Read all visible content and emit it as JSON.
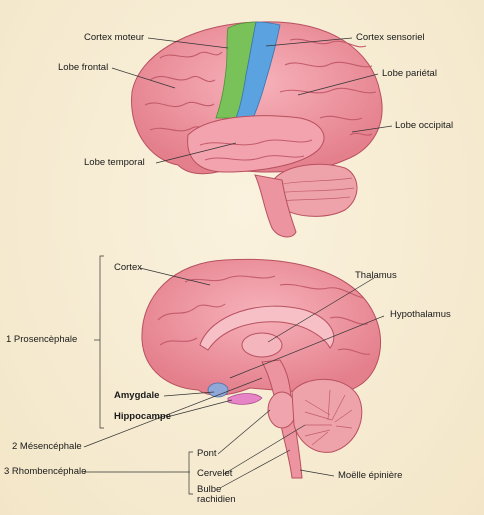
{
  "lateral_view": {
    "labels": {
      "motor_cortex": "Cortex moteur",
      "sensory_cortex": "Cortex sensoriel",
      "frontal_lobe": "Lobe frontal",
      "parietal_lobe": "Lobe pariétal",
      "occipital_lobe": "Lobe occipital",
      "temporal_lobe": "Lobe temporal"
    },
    "colors": {
      "motor_cortex": "#79c25a",
      "sensory_cortex": "#5aa2e0",
      "brain": "#f29ba6"
    }
  },
  "sagittal_view": {
    "labels": {
      "cortex": "Cortex",
      "thalamus": "Thalamus",
      "hypothalamus": "Hypothalamus",
      "amygdala": "Amygdale",
      "hippocampus": "Hippocampe",
      "pons": "Pont",
      "cerebellum": "Cervelet",
      "medulla": "Bulbe\nrachidien",
      "spinal_cord": "Moëlle épinière"
    },
    "groups": {
      "prosencephalon": "1 Prosencèphale",
      "mesencephalon": "2 Mésencéphale",
      "rhombencephalon": "3 Rhombencéphale"
    }
  }
}
